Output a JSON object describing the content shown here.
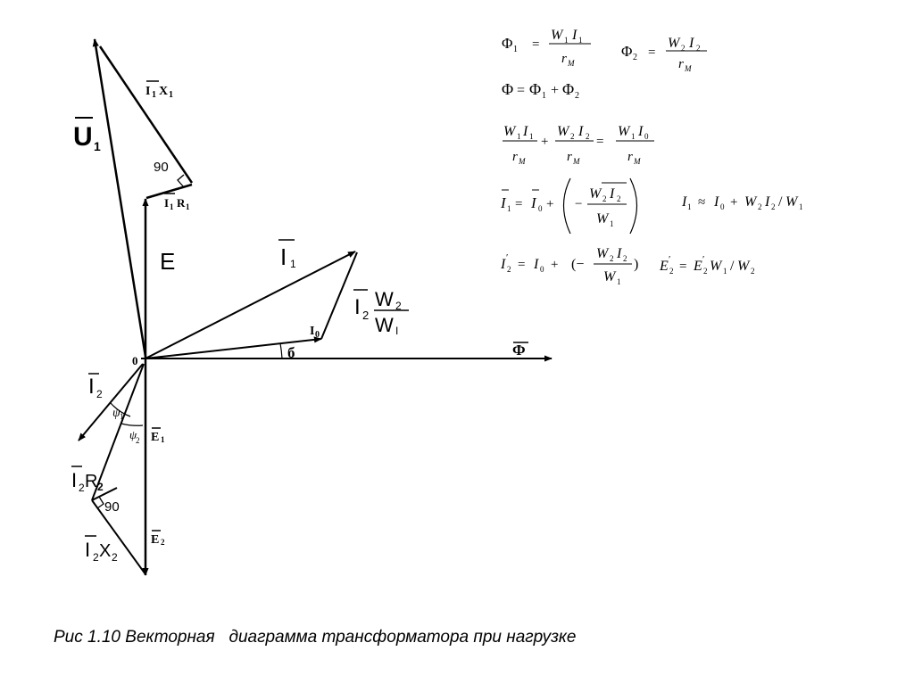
{
  "labels": {
    "u1": "U",
    "u1_sub": "1",
    "i1x1": "I",
    "i1x1_sub": "1",
    "i1x1_x": "X",
    "i1x1_xsub": "1",
    "i1r1": "I",
    "i1r1_sub": "1",
    "i1r1_r": "R",
    "i1r1_rsub": "1",
    "angle90_top": "90",
    "e": "E",
    "i1": "I",
    "i1_sub": "1",
    "i2w": "I",
    "i2w_sub": "2",
    "w2": "W",
    "w2_sub": "2",
    "w1": "W",
    "w1_sub": "I",
    "i0": "I",
    "i0_sub": "0",
    "delta": "б",
    "phi": "Ф",
    "origin": "0",
    "i2": "I",
    "i2_sub": "2",
    "psi1": "ψ",
    "psi1_sub": "1",
    "psi2": "ψ",
    "psi2_sub": "2",
    "e1": "E",
    "e1_sub": "1",
    "i2r2": "I",
    "i2r2_sub": "2",
    "i2r2_r": "R",
    "i2r2_rsub": "2",
    "angle90_bottom": "90",
    "i2x2": "I",
    "i2x2_sub": "2",
    "i2x2_x": "X",
    "i2x2_xsub": "2",
    "e2": "E",
    "e2_sub": "2"
  },
  "formulas": {
    "f1_lhs": "Φ",
    "f1_lhs_sub": "1",
    "f1_eq": "=",
    "f1_num_a": "W",
    "f1_num_a_sub": "1",
    "f1_num_b": "I",
    "f1_num_b_sub": "1",
    "f1_den": "r",
    "f1_den_sub": "M",
    "f2_lhs": "Φ",
    "f2_lhs_sub": "2",
    "f2_eq": "=",
    "f2_num_a": "W",
    "f2_num_a_sub": "2",
    "f2_num_b": "I",
    "f2_num_b_sub": "2",
    "f2_den": "r",
    "f2_den_sub": "M",
    "f3_a": "Φ",
    "f3_eq": "=",
    "f3_b": "Φ",
    "f3_b_sub": "1",
    "f3_plus": "+",
    "f3_c": "Φ",
    "f3_c_sub": "2",
    "f4_t1_num_a": "W",
    "f4_t1_num_a_sub": "1",
    "f4_t1_num_b": "I",
    "f4_t1_num_b_sub": "1",
    "f4_t1_den": "r",
    "f4_t1_den_sub": "M",
    "f4_plus": "+",
    "f4_t2_num_a": "W",
    "f4_t2_num_a_sub": "2",
    "f4_t2_num_b": "I",
    "f4_t2_num_b_sub": "2",
    "f4_t2_den": "r",
    "f4_t2_den_sub": "M",
    "f4_eq": "=",
    "f4_t3_num_a": "W",
    "f4_t3_num_a_sub": "1",
    "f4_t3_num_b": "I",
    "f4_t3_num_b_sub": "0",
    "f4_t3_den": "r",
    "f4_t3_den_sub": "M",
    "f5_lhs": "I",
    "f5_lhs_sub": "1",
    "f5_eq": "=",
    "f5_a": "I",
    "f5_a_sub": "0",
    "f5_plus": "+",
    "f5_minus": "−",
    "f5_num_a": "W",
    "f5_num_a_sub": "2",
    "f5_num_b": "I",
    "f5_num_b_sub": "2",
    "f5_den": "W",
    "f5_den_sub": "1",
    "f6_lhs": "I",
    "f6_lhs_sub": "1",
    "f6_approx": "≈",
    "f6_a": "I",
    "f6_a_sub": "0",
    "f6_plus": "+",
    "f6_b": "W",
    "f6_b_sub": "2",
    "f6_c": "I",
    "f6_c_sub": "2",
    "f6_slash": "/",
    "f6_d": "W",
    "f6_d_sub": "1",
    "f7_lhs": "I",
    "f7_lhs_sup": "′",
    "f7_lhs_sub": "2",
    "f7_eq": "=",
    "f7_a": "I",
    "f7_a_sub": "0",
    "f7_plus": "+",
    "f7_open": "(−",
    "f7_num_a": "W",
    "f7_num_a_sub": "2",
    "f7_num_b": "I",
    "f7_num_b_sub": "2",
    "f7_den": "W",
    "f7_den_sub": "1",
    "f7_close": ")",
    "f8_lhs": "E",
    "f8_lhs_sup": "′",
    "f8_lhs_sub": "2",
    "f8_eq": "=",
    "f8_a": "E",
    "f8_a_sup": "′",
    "f8_a_sub": "2",
    "f8_b": "W",
    "f8_b_sub": "1",
    "f8_slash": "/",
    "f8_c": "W",
    "f8_c_sub": "2"
  },
  "caption": "Рис 1.10 Векторная   диаграмма трансформатора при нагрузке"
}
